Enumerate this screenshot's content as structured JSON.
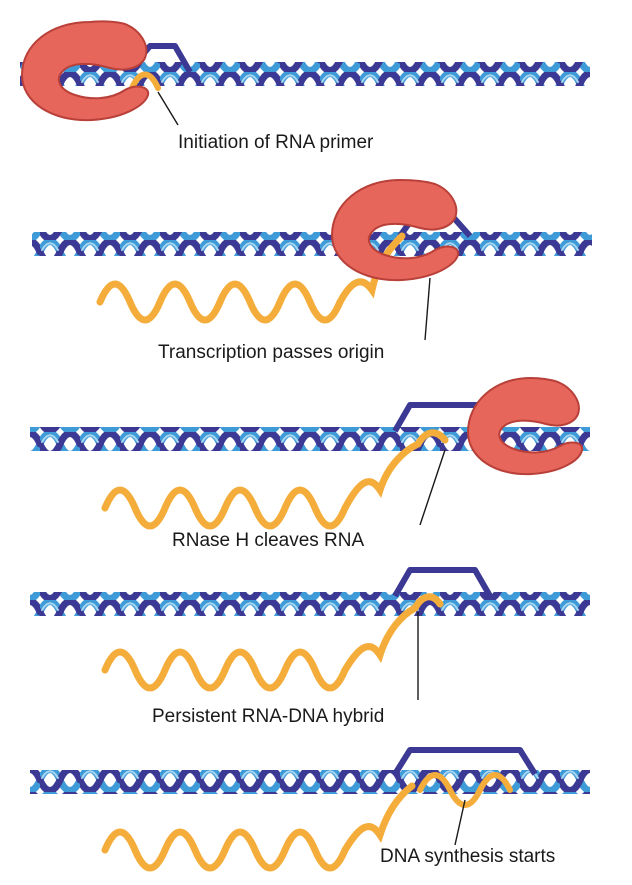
{
  "colors": {
    "dna_dark": "#3b3994",
    "dna_light": "#3f9ad8",
    "dna_pale": "#a8d6f2",
    "rna": "#f4ad3a",
    "rna_dark": "#d88a1c",
    "polymerase": "#e6665c",
    "polymerase_dark": "#b84039",
    "pointer": "#1a1a1a"
  },
  "panels": [
    {
      "caption": "Initiation of RNA primer",
      "polymerase_position": "left"
    },
    {
      "caption": "Transcription passes origin",
      "polymerase_position": "center"
    },
    {
      "caption": "RNase H cleaves RNA",
      "polymerase_position": "right"
    },
    {
      "caption": "Persistent RNA-DNA hybrid",
      "polymerase_position": "none"
    },
    {
      "caption": "DNA synthesis starts",
      "polymerase_position": "none"
    }
  ]
}
